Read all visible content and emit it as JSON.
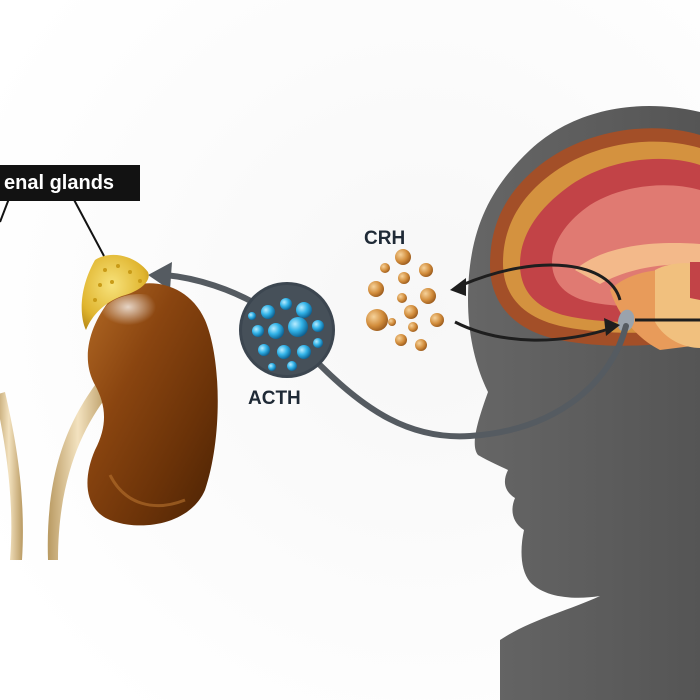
{
  "diagram": {
    "label_box": "enal glands",
    "hormone_left": "ACTH",
    "hormone_right": "CRH"
  },
  "colors": {
    "head_silhouette": "#5e5e5e",
    "head_shade": "#8c8c8c",
    "kidney": "#7a3d0c",
    "adrenal_gland": "#e8c042",
    "acth_particles": "#35b7ea",
    "crh_particles": "#d08a3a",
    "brain_cortex": "#c7464a",
    "label_background": "#121212"
  },
  "icons": [
    "kidney-icon",
    "adrenal-gland-icon",
    "head-silhouette-icon",
    "brain-icon",
    "pituitary-icon"
  ]
}
